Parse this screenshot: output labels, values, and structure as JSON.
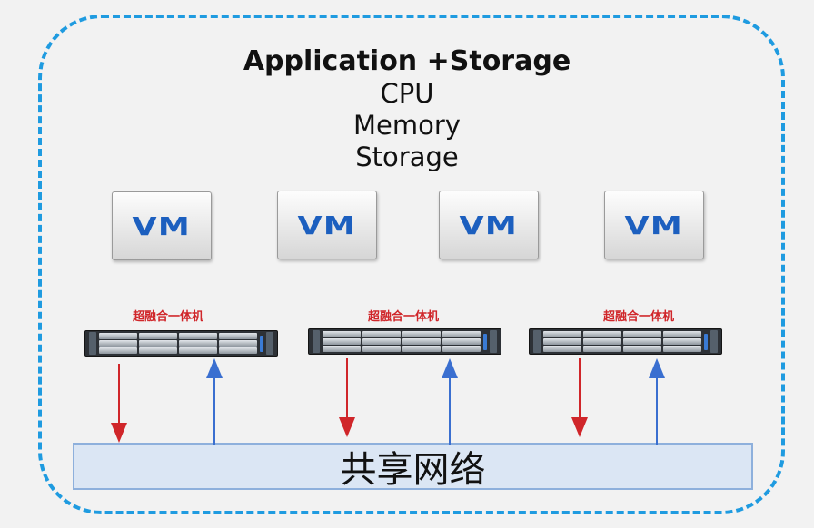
{
  "diagram": {
    "title": "Application +Storage",
    "resources": [
      "CPU",
      "Memory",
      "Storage"
    ],
    "vms": [
      "VM",
      "VM",
      "VM",
      "VM"
    ],
    "nodes": [
      "超融合一体机",
      "超融合一体机",
      "超融合一体机"
    ],
    "network": "共享网络",
    "colors": {
      "border": "#1f9be0",
      "vm_text": "#1c5fbf",
      "node_label": "#d0262a",
      "arrow_down": "#d0262a",
      "arrow_up": "#3a6fd0",
      "network_fill": "#dbe6f4"
    }
  }
}
